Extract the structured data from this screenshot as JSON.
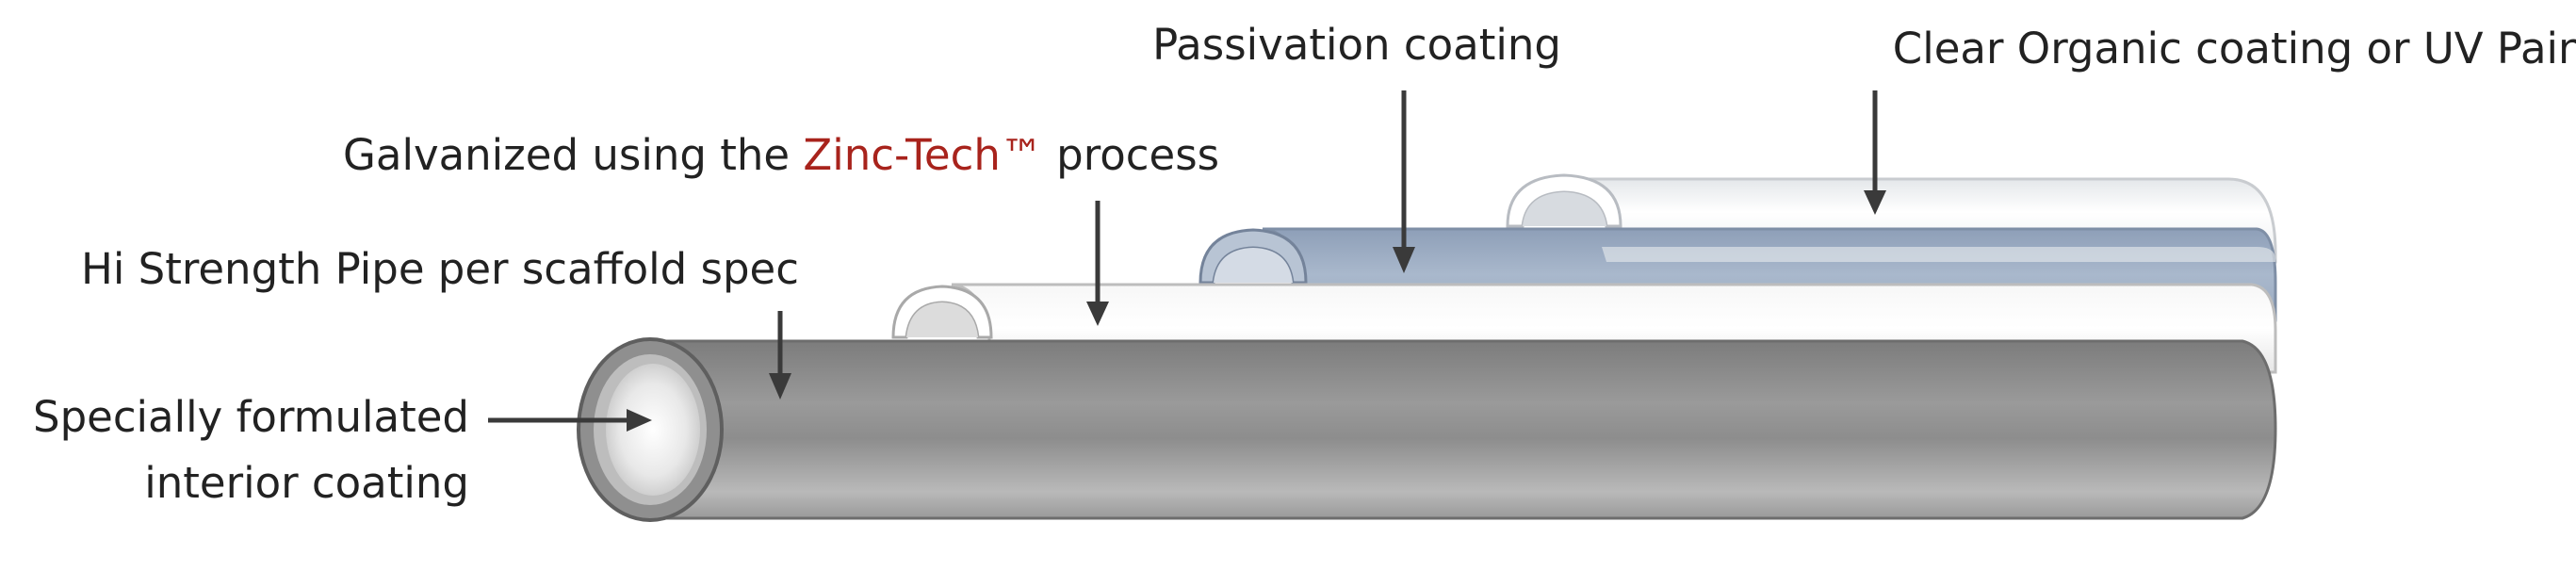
{
  "labels": {
    "passivation": "Passivation coating",
    "clear_organic": "Clear Organic coating or UV Paint",
    "galvanized_prefix": "Galvanized using the ",
    "galvanized_brand": "Zinc-Tech™",
    "galvanized_suffix": " process",
    "hi_strength": "Hi Strength Pipe per scaffold spec",
    "interior_line1": "Specially formulated",
    "interior_line2": "interior coating"
  },
  "colors": {
    "brand_accent": "#a8231c",
    "pipe_gray": "#8a8a8a",
    "galvanized_white": "#f4f4f4",
    "passivation_blue": "#9fb0c6",
    "clear_coat": "#eef0f2"
  }
}
